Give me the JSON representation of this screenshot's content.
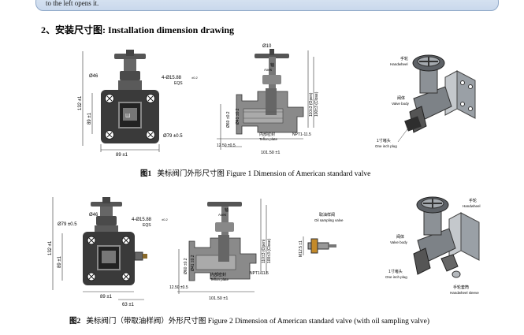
{
  "banner": {
    "text": "to the left opens it."
  },
  "section": {
    "heading": "2、安装尺寸图: Installation dimension drawing"
  },
  "figure1": {
    "caption_num": "图1",
    "caption_text": "美标阀门外形尺寸图 Figure 1 Dimension of American standard valve",
    "front": {
      "d46": "Ø46",
      "holes": "4-Ø15.88",
      "holes_tol": "±0.2",
      "eq": "EQS",
      "h132": "132 ±1",
      "h89": "89 ±1",
      "d79": "Ø79 ±0.5",
      "w89": "89 ±1"
    },
    "section": {
      "d10": "Ø10",
      "axis_cn": "轴",
      "axis_en": "Axes",
      "d60": "Ø60 ±0.2",
      "d41": "Ø41 ±0.2",
      "h110": "110±3 (Open)",
      "h100": "100±3 (Close)",
      "teflon_cn": "内部密封",
      "teflon_en": "Teflon plate",
      "npt": "NPT1-11.5",
      "w1250": "12.50 ±0.5",
      "w10150": "101.50 ±1"
    },
    "iso": {
      "handwheel_cn": "手轮",
      "handwheel_en": "Handwheel",
      "body_cn": "阀体",
      "body_en": "Valve body",
      "plug_cn": "1寸堵头",
      "plug_en": "One inch plug"
    }
  },
  "figure2": {
    "caption_num": "图2",
    "caption_text": "美标阀门（带取油样阀）外形尺寸图 Figure 2 Dimension of American standard valve (with oil sampling valve)",
    "front": {
      "d46": "Ø46",
      "d79": "Ø79 ±0.5",
      "holes": "4-Ø15.88",
      "holes_tol": "±0.2",
      "eq": "EQS",
      "h132": "132 ±1",
      "h89": "89 ±1",
      "w89": "89 ±1",
      "w63": "63 ±1"
    },
    "section": {
      "axis_cn": "轴",
      "axis_en": "Axes",
      "d60": "Ø60 ±0.2",
      "d41": "Ø41 ±0.2",
      "h110": "110±3 (Open)",
      "h100": "100±3 (Close)",
      "teflon_cn": "内部密封",
      "teflon_en": "Teflon plate",
      "npt": "NPT1-11.5",
      "w1250": "12.50 ±0.5",
      "w10150": "101.50 ±1"
    },
    "sampling": {
      "label_cn": "取油样阀",
      "label_en": "Oil sampling valve",
      "m": "M12.5 ±1"
    },
    "iso": {
      "handwheel_cn": "手轮",
      "handwheel_en": "Handwheel",
      "body_cn": "阀体",
      "body_en": "Valve body",
      "plug_cn": "1寸堵头",
      "plug_en": "One inch plug",
      "sleeve_cn": "手轮套筒",
      "sleeve_en": "Handwheel sleeve"
    }
  }
}
